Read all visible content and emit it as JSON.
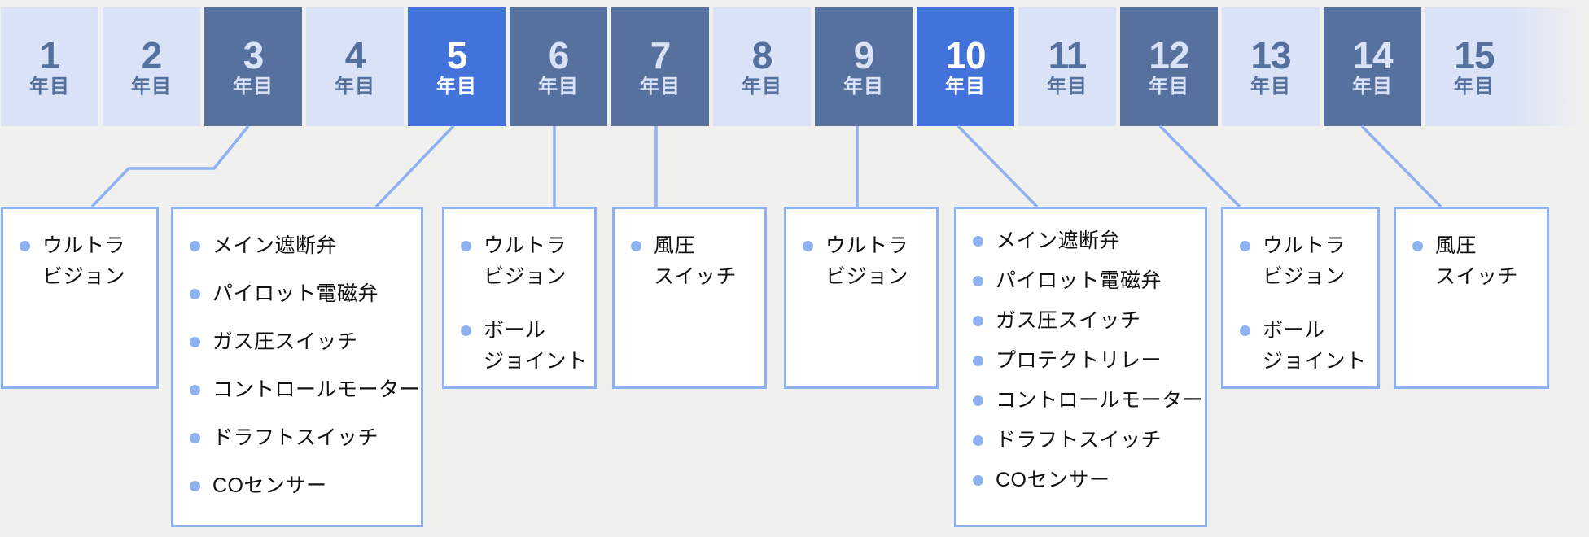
{
  "page": {
    "background_color": "#f0f0ef",
    "accent_color": "#8eb1f0",
    "cell_light_bg": "#d9e2f6",
    "cell_light_text": "#54709f",
    "cell_dark_bg": "#56719e",
    "cell_dark_text": "#d9e2f6",
    "cell_primary_bg": "#4273db",
    "cell_primary_text": "#ffffff",
    "item_text_color": "#111111"
  },
  "timeline": {
    "unit_label": "年目",
    "cells": [
      {
        "number": "1",
        "label": "年目",
        "variant": "light"
      },
      {
        "number": "2",
        "label": "年目",
        "variant": "light"
      },
      {
        "number": "3",
        "label": "年目",
        "variant": "dark"
      },
      {
        "number": "4",
        "label": "年目",
        "variant": "light"
      },
      {
        "number": "5",
        "label": "年目",
        "variant": "primary"
      },
      {
        "number": "6",
        "label": "年目",
        "variant": "dark"
      },
      {
        "number": "7",
        "label": "年目",
        "variant": "dark"
      },
      {
        "number": "8",
        "label": "年目",
        "variant": "light"
      },
      {
        "number": "9",
        "label": "年目",
        "variant": "dark"
      },
      {
        "number": "10",
        "label": "年目",
        "variant": "primary"
      },
      {
        "number": "11",
        "label": "年目",
        "variant": "light"
      },
      {
        "number": "12",
        "label": "年目",
        "variant": "dark"
      },
      {
        "number": "13",
        "label": "年目",
        "variant": "light"
      },
      {
        "number": "14",
        "label": "年目",
        "variant": "dark",
        "fade": false
      },
      {
        "number": "15",
        "label": "年目",
        "variant": "light",
        "fade": true
      }
    ]
  },
  "part_groups": [
    {
      "year": "3",
      "items": [
        [
          "ウルトラ",
          "ビジョン"
        ]
      ]
    },
    {
      "year": "5",
      "items": [
        [
          "メイン遮断弁"
        ],
        [
          "パイロット電磁弁"
        ],
        [
          "ガス圧スイッチ"
        ],
        [
          "コントロールモーター"
        ],
        [
          "ドラフトスイッチ"
        ],
        [
          "COセンサー"
        ]
      ]
    },
    {
      "year": "6",
      "items": [
        [
          "ウルトラ",
          "ビジョン"
        ],
        [
          "ボール",
          "ジョイント"
        ]
      ]
    },
    {
      "year": "7",
      "items": [
        [
          "風圧",
          "スイッチ"
        ]
      ]
    },
    {
      "year": "9",
      "items": [
        [
          "ウルトラ",
          "ビジョン"
        ]
      ]
    },
    {
      "year": "10",
      "items": [
        [
          "メイン遮断弁"
        ],
        [
          "パイロット電磁弁"
        ],
        [
          "ガス圧スイッチ"
        ],
        [
          "プロテクトリレー"
        ],
        [
          "コントロールモーター"
        ],
        [
          "ドラフトスイッチ"
        ],
        [
          "COセンサー"
        ]
      ]
    },
    {
      "year": "12",
      "items": [
        [
          "ウルトラ",
          "ビジョン"
        ],
        [
          "ボール",
          "ジョイント"
        ]
      ]
    },
    {
      "year": "14",
      "items": [
        [
          "風圧",
          "スイッチ"
        ]
      ]
    }
  ]
}
